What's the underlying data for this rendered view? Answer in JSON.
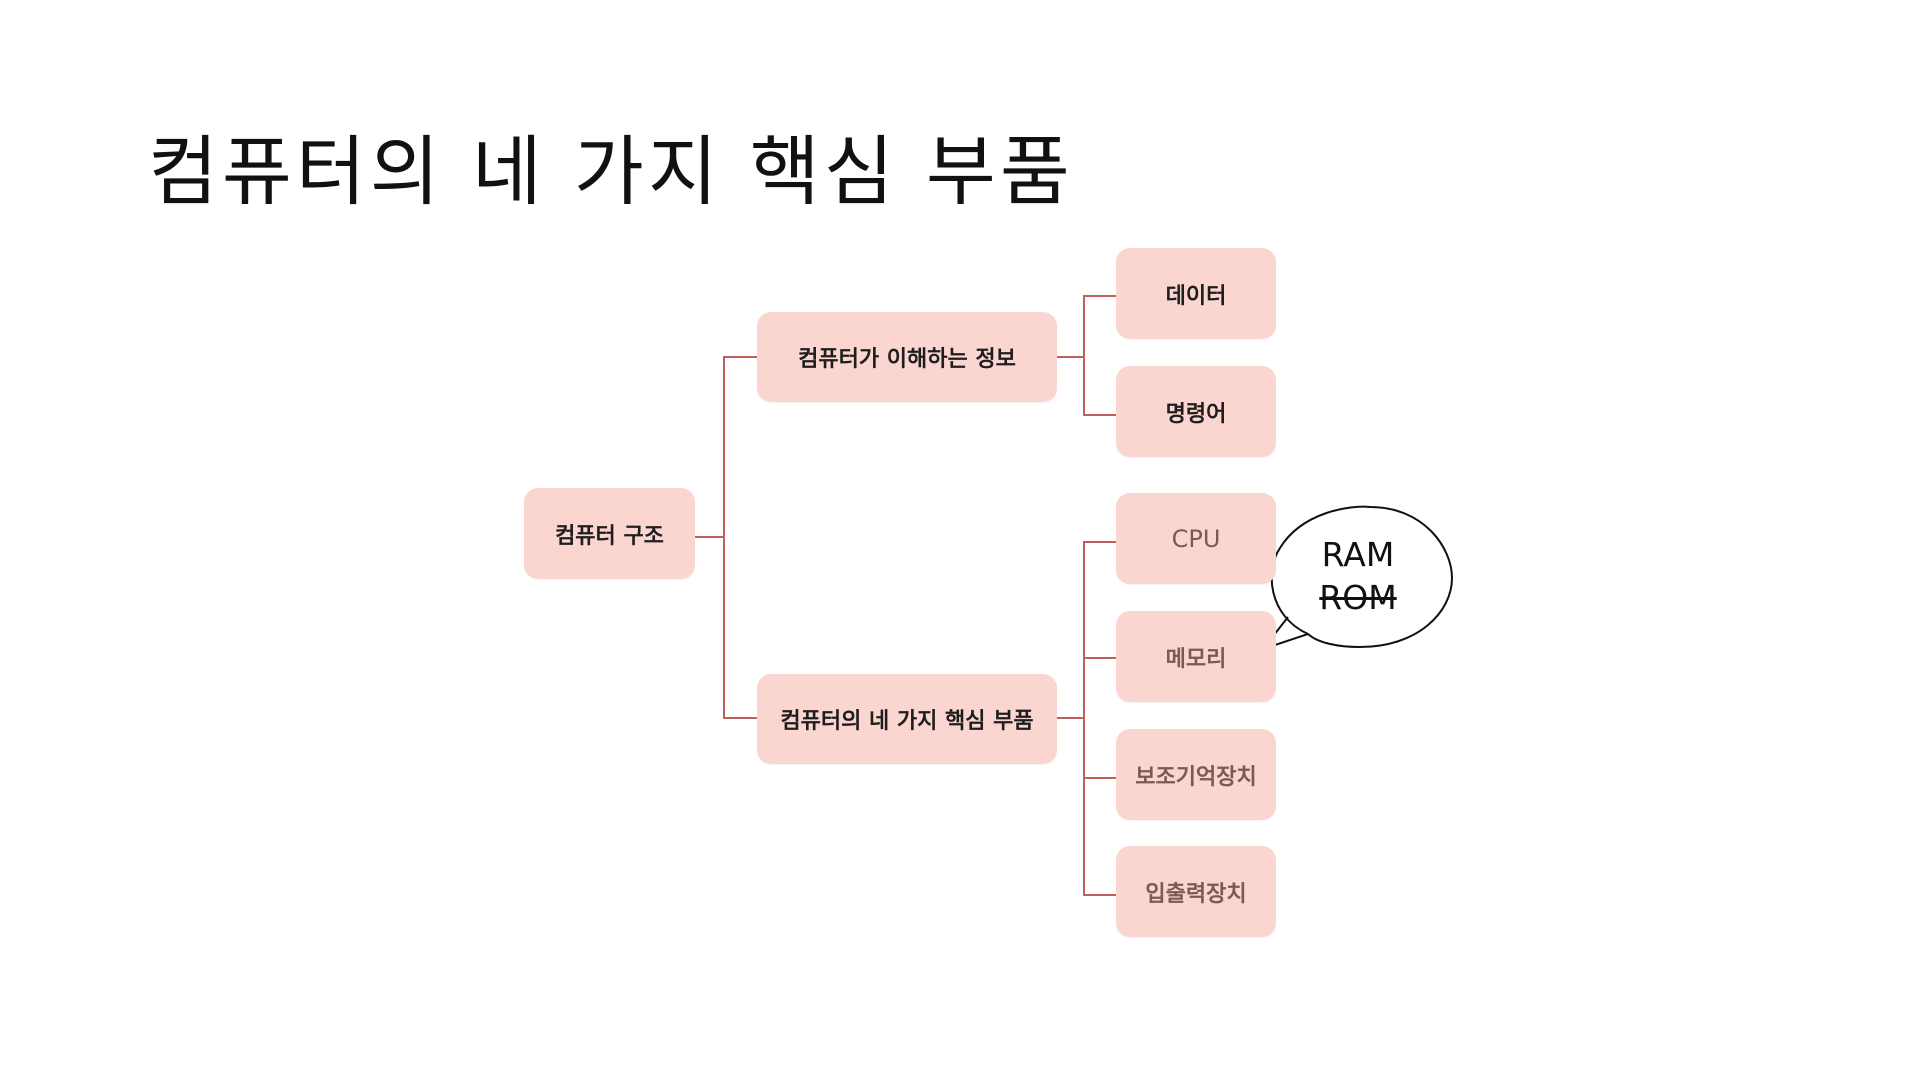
{
  "title": "컴퓨터의 네 가지 핵심 부품",
  "diagram": {
    "root": "컴퓨터 구조",
    "branches": [
      {
        "label": "컴퓨터가 이해하는 정보",
        "children": [
          "데이터",
          "명령어"
        ]
      },
      {
        "label": "컴퓨터의 네 가지 핵심 부품",
        "children": [
          "CPU",
          "메모리",
          "보조기억장치",
          "입출력장치"
        ]
      }
    ],
    "callout": {
      "attached_to": "메모리",
      "lines": [
        "RAM",
        "ROM"
      ],
      "struck_line": "ROM"
    }
  },
  "colors": {
    "node_fill": "#fbd5cf",
    "connector": "#c0605a",
    "text_dark": "#1e1e1e",
    "text_muted": "#7b5a55"
  }
}
